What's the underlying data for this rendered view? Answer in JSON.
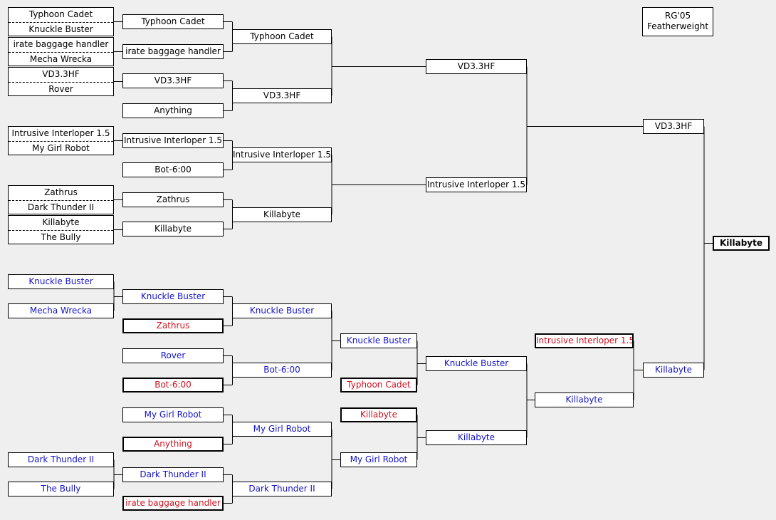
{
  "title": {
    "line1": "RG'05",
    "line2": "Featherweight"
  },
  "upper": {
    "r1": [
      {
        "top": "Typhoon Cadet",
        "bottom": "Knuckle Buster"
      },
      {
        "top": "irate baggage handler",
        "bottom": "Mecha Wrecka"
      },
      {
        "top": "VD3.3HF",
        "bottom": "Rover"
      },
      {
        "top": "Intrusive Interloper 1.5",
        "bottom": "My Girl Robot"
      },
      {
        "top": "Zathrus",
        "bottom": "Dark Thunder II"
      },
      {
        "top": "Killabyte",
        "bottom": "The Bully"
      }
    ],
    "r2": [
      "Typhoon Cadet",
      "irate baggage handler",
      "VD3.3HF",
      "Anything",
      "Intrusive Interloper 1.5",
      "Bot-6:00",
      "Zathrus",
      "Killabyte"
    ],
    "r3": [
      "Typhoon Cadet",
      "VD3.3HF",
      "Intrusive Interloper 1.5",
      "Killabyte"
    ],
    "r4": [
      "VD3.3HF",
      "Intrusive Interloper 1.5"
    ],
    "final": "VD3.3HF"
  },
  "champion": "Killabyte",
  "lower": {
    "r1": [
      "Knuckle Buster",
      "Mecha Wrecka",
      "Dark Thunder II",
      "The Bully"
    ],
    "r2": [
      "Knuckle Buster",
      "Zathrus",
      "Rover",
      "Bot-6:00",
      "My Girl Robot",
      "Anything",
      "Dark Thunder II",
      "irate baggage handler"
    ],
    "r3": [
      "Knuckle Buster",
      "Bot-6:00",
      "My Girl Robot",
      "Dark Thunder II"
    ],
    "r4": [
      "Knuckle Buster",
      "Typhoon Cadet",
      "Killabyte",
      "My Girl Robot"
    ],
    "r5": [
      "Knuckle Buster",
      "Killabyte"
    ],
    "r6": [
      "Intrusive Interloper 1.5",
      "Killabyte"
    ],
    "final": "Killabyte"
  },
  "colors": {
    "winner_text": "#1414c8",
    "loser_text": "#d0101e",
    "line": "#000000",
    "background": "#efefef"
  }
}
